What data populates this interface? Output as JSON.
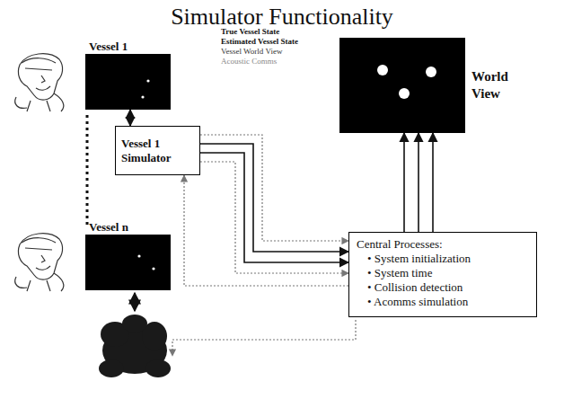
{
  "diagram": {
    "title": "Simulator Functionality",
    "nodes": [
      {
        "text": [
          "Vessel 1"
        ]
      },
      {
        "text": [
          "World View"
        ]
      },
      {
        "text": [
          "Vessel 1 Simulator"
        ]
      },
      {
        "text": [
          "Vessel n"
        ]
      },
      {
        "text": [
          "Central Processes:",
          "• System initialization",
          "• System time",
          "• Collision detection",
          "• Acomms simulation"
        ]
      }
    ],
    "edges": [
      {
        "from": 0,
        "to": 2,
        "arrow": "both"
      },
      {
        "from": 2,
        "to": 4,
        "arrow": "to"
      },
      {
        "from": 2,
        "to": 4,
        "arrow": "to"
      },
      {
        "from": 2,
        "to": 4,
        "arrow": "to"
      },
      {
        "from": 2,
        "to": 4,
        "arrow": "to"
      },
      {
        "from": 4,
        "to": 2,
        "arrow": "to"
      },
      {
        "from": 4,
        "to": 1,
        "arrow": "to"
      },
      {
        "from": 4,
        "to": 1,
        "arrow": "to"
      },
      {
        "from": 4,
        "to": 1,
        "arrow": "to"
      }
    ],
    "legend": [
      {
        "text": "True Vessel State"
      },
      {
        "text": "Estimated Vessel State"
      },
      {
        "text": "Vessel World View"
      },
      {
        "text": "Acoustic Comms"
      }
    ]
  }
}
